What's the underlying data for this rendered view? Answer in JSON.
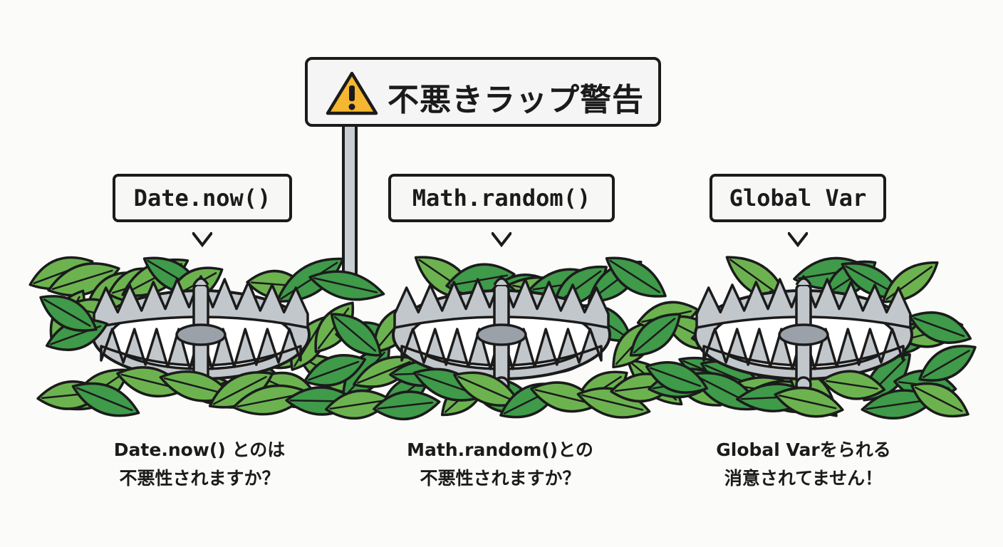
{
  "sign": {
    "title": "不悪きラップ警告",
    "icon": "warning-icon"
  },
  "traps": [
    {
      "label": "Date.now()",
      "caption_line1": "Date.now()  とのは",
      "caption_line2": "不悪性されますか？"
    },
    {
      "label": "Math.random()",
      "caption_line1": "Math.random()との",
      "caption_line2": "不悪性されますか？"
    },
    {
      "label": "Global Var",
      "caption_line1": "Global Varをられる",
      "caption_line2": "消意されてません！"
    }
  ],
  "colors": {
    "leaf_dark": "#3f9a4a",
    "leaf_light": "#6cb350",
    "steel": "#c2c7cc",
    "steel_dark": "#9aa1a8",
    "warning": "#f5b731",
    "outline": "#1b1b1b"
  }
}
